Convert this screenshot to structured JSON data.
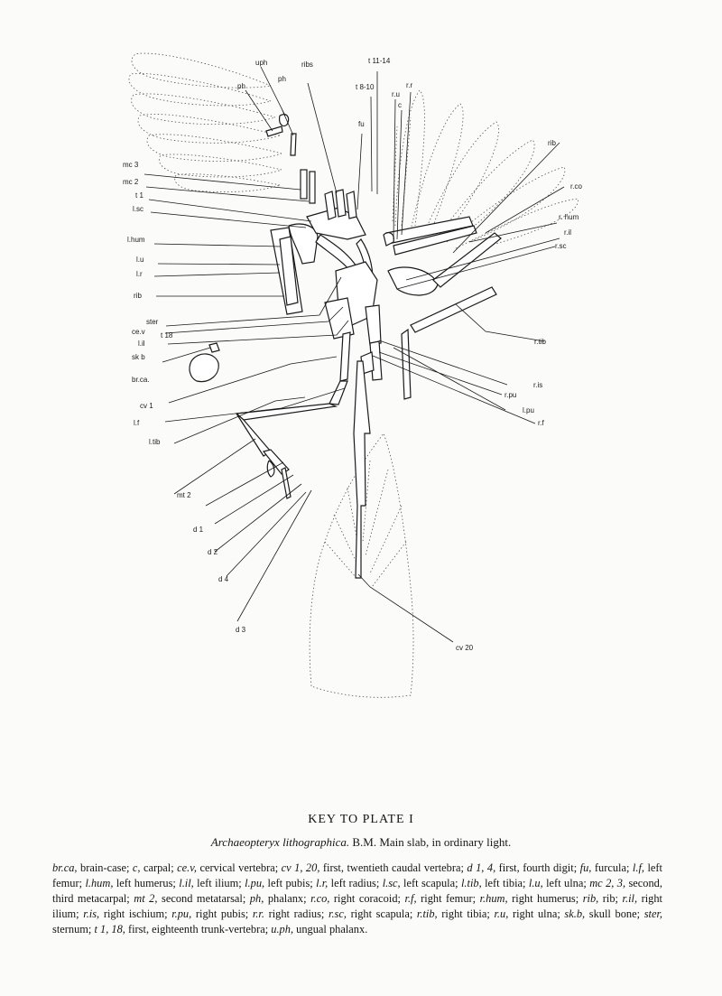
{
  "plate": {
    "labels": {
      "uph": "uph",
      "ph_a": "ph",
      "ph_b": "ph",
      "ribs": "ribs",
      "t11_14": "t 11-14",
      "t8_10": "t 8-10",
      "fu": "fu",
      "rr": "r.r",
      "ru": "r.u",
      "c": "c",
      "mc3": "mc 3",
      "mc2": "mc 2",
      "t1": "t 1",
      "lsc": "l.sc",
      "lhum": "l.hum",
      "lu": "l.u",
      "lr": "l.r",
      "rib_l": "rib",
      "ster": "ster",
      "cev": "ce.v",
      "t18": "t 18",
      "lil": "l.il",
      "skb": "sk b",
      "brca": "br.ca.",
      "cv1": "cv 1",
      "lf": "l.f",
      "ltib": "l.tib",
      "mt2": "mt 2",
      "d1": "d 1",
      "d2": "d 2",
      "d4": "d 4",
      "d3": "d 3",
      "cv20": "cv 20",
      "rib_r": "rib",
      "rco": "r.co",
      "rhum": "r. hum",
      "ril": "r.il",
      "rsc": "r.sc",
      "rtib": "r.tib",
      "ris": "r.is",
      "rpu": "r.pu",
      "lpu": "l.pu",
      "rf": "r.f"
    }
  },
  "key": {
    "title": "KEY TO PLATE I",
    "subtitle_species": "Archaeopteryx lithographica.",
    "subtitle_rest": " B.M.  Main slab, in ordinary light.",
    "entries": [
      {
        "abbr": "br.ca,",
        "text": " brain-case; "
      },
      {
        "abbr": "c,",
        "text": " carpal; "
      },
      {
        "abbr": "ce.v,",
        "text": " cervical vertebra; "
      },
      {
        "abbr": "cv 1, 20,",
        "text": " first, twentieth caudal vertebra; "
      },
      {
        "abbr": "d 1, 4,",
        "text": " first, fourth digit; "
      },
      {
        "abbr": "fu,",
        "text": " furcula; "
      },
      {
        "abbr": "l.f,",
        "text": " left femur; "
      },
      {
        "abbr": "l.hum,",
        "text": " left humerus; "
      },
      {
        "abbr": "l.il,",
        "text": " left ilium; "
      },
      {
        "abbr": "l.pu,",
        "text": " left pubis; "
      },
      {
        "abbr": "l.r,",
        "text": " left radius; "
      },
      {
        "abbr": "l.sc,",
        "text": " left scapula; "
      },
      {
        "abbr": "l.tib,",
        "text": " left tibia; "
      },
      {
        "abbr": "l.u,",
        "text": " left ulna; "
      },
      {
        "abbr": "mc 2, 3,",
        "text": " second, third metacarpal; "
      },
      {
        "abbr": "mt 2,",
        "text": " second metatarsal; "
      },
      {
        "abbr": "ph,",
        "text": " phalanx; "
      },
      {
        "abbr": "r.co,",
        "text": " right coracoid; "
      },
      {
        "abbr": "r.f,",
        "text": " right femur; "
      },
      {
        "abbr": "r.hum,",
        "text": " right humerus; "
      },
      {
        "abbr": "rib,",
        "text": " rib; "
      },
      {
        "abbr": "r.il,",
        "text": " right ilium; "
      },
      {
        "abbr": "r.is,",
        "text": " right ischium; "
      },
      {
        "abbr": "r.pu,",
        "text": " right pubis; "
      },
      {
        "abbr": "r.r.",
        "text": " right radius; "
      },
      {
        "abbr": "r.sc,",
        "text": " right scapula; "
      },
      {
        "abbr": "r.tib,",
        "text": " right tibia; "
      },
      {
        "abbr": "r.u,",
        "text": " right ulna; "
      },
      {
        "abbr": "sk.b,",
        "text": " skull bone; "
      },
      {
        "abbr": "ster,",
        "text": " sternum; "
      },
      {
        "abbr": "t 1, 18,",
        "text": " first, eighteenth trunk-vertebra; "
      },
      {
        "abbr": "u.ph,",
        "text": " ungual phalanx."
      }
    ]
  }
}
